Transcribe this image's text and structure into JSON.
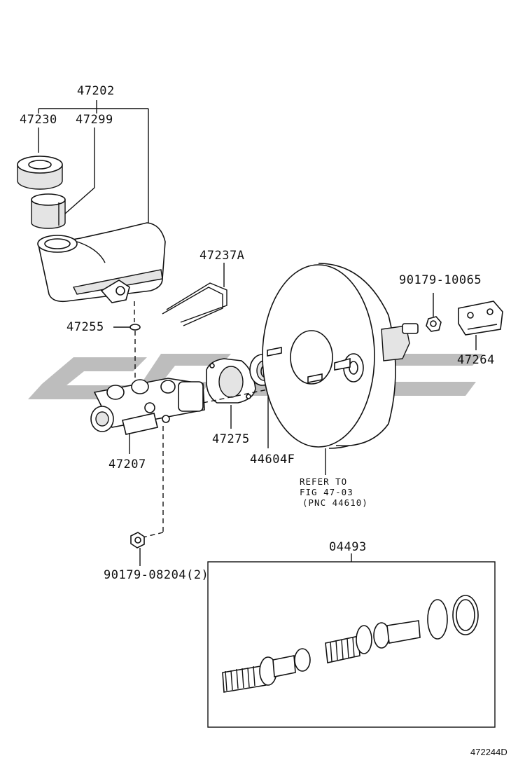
{
  "labels": {
    "p47202": "47202",
    "p47230": "47230",
    "p47299": "47299",
    "p47237A": "47237A",
    "p90179_10065": "90179-10065",
    "p47255": "47255",
    "p47264": "47264",
    "p47275": "47275",
    "p44604F": "44604F",
    "p47207": "47207",
    "ref_line1": "REFER TO",
    "ref_line2": "FIG 47-03",
    "ref_line3": "(PNC 44610)",
    "p04493": "04493",
    "p90179_08204": "90179-08204(2)",
    "figure_code": "472244D"
  },
  "colors": {
    "line": "#111111",
    "watermark": "#bdbdbd",
    "background": "#ffffff"
  },
  "watermark_icon": "brand-logo-watermark"
}
